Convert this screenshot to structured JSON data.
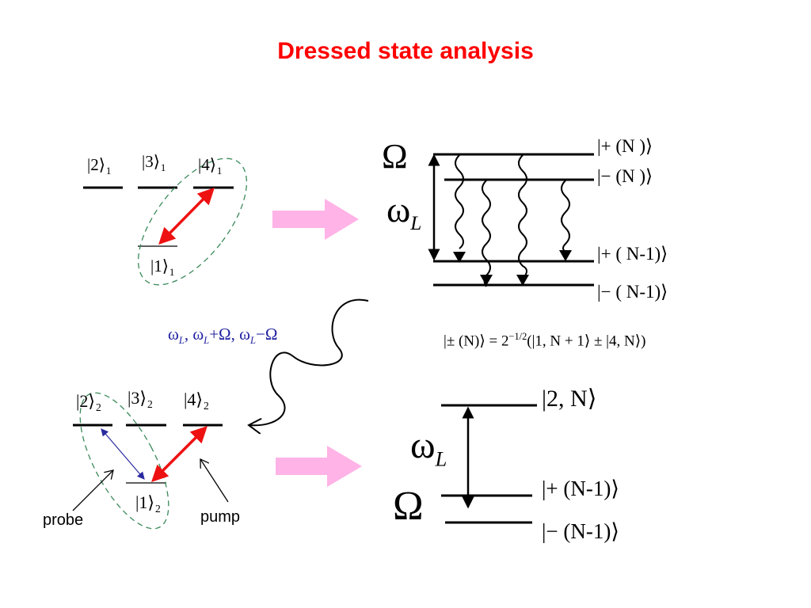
{
  "title": "Dressed state analysis",
  "top_diagram": {
    "levels": [
      "2",
      "3",
      "4",
      "1"
    ],
    "subscript": "1"
  },
  "bottom_diagram": {
    "levels": [
      "2",
      "3",
      "4",
      "1"
    ],
    "subscript": "2",
    "probe_label": "probe",
    "pump_label": "pump"
  },
  "frequencies_label": {
    "w": "ω",
    "sub_L": "L",
    "comma": ",",
    "plus_omega": "+Ω,",
    "minus_omega": "−Ω"
  },
  "top_right": {
    "Omega": "Ω",
    "omega": "ω",
    "sub_L": "L",
    "states": [
      "+ (N )",
      "− (N )",
      "+ ( N-1)",
      "− ( N-1)"
    ]
  },
  "equation": {
    "lhs": "± (N)",
    "equals": "= 2",
    "exponent": "−1/2",
    "rhs": "(|1, N + 1⟩ ± |4, N⟩)"
  },
  "bottom_right": {
    "Omega": "Ω",
    "omega": "ω",
    "sub_L": "L",
    "states": [
      "2, N",
      "+ (N-1)",
      "− (N-1)"
    ]
  },
  "colors": {
    "title": "#ff0000",
    "pump_arrow": "#ee1111",
    "probe_arrow": "#2a2aa0",
    "ellipse": "#3a8a5a",
    "block_arrow": "#ffb3e6",
    "frequency_text": "#1f1fa0"
  }
}
